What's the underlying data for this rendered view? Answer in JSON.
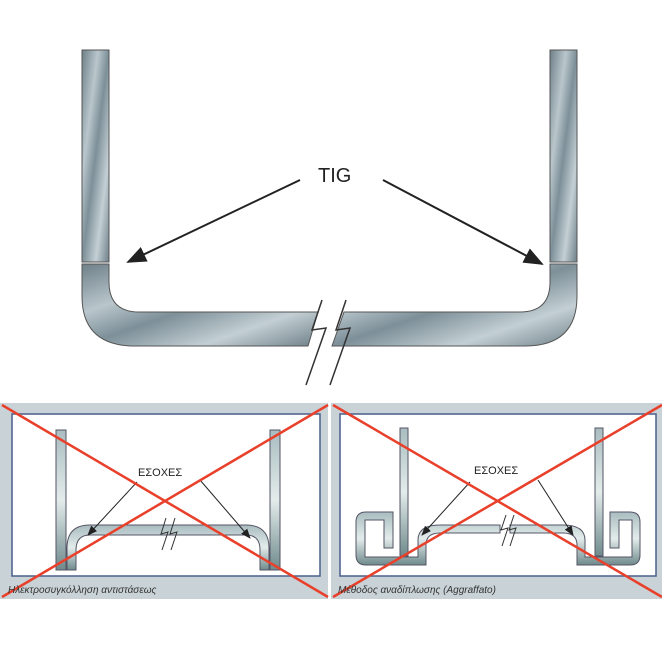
{
  "top_diagram": {
    "label": "TIG"
  },
  "panels": [
    {
      "label": "ΕΣΟΧΕΣ",
      "caption": "Ηλεκτροσυγκόλληση αντιστάσεως"
    },
    {
      "label": "ΕΣΟΧΕΣ",
      "caption": "Μέθοδος αναδίπλωσης (Aggraffato)"
    }
  ],
  "colors": {
    "metal": "#8fa3ac",
    "metal_dark": "#5f737c",
    "cross": "#e8402a",
    "panel_bg": "#c9d2d7",
    "frame": "#4a5f8a"
  }
}
